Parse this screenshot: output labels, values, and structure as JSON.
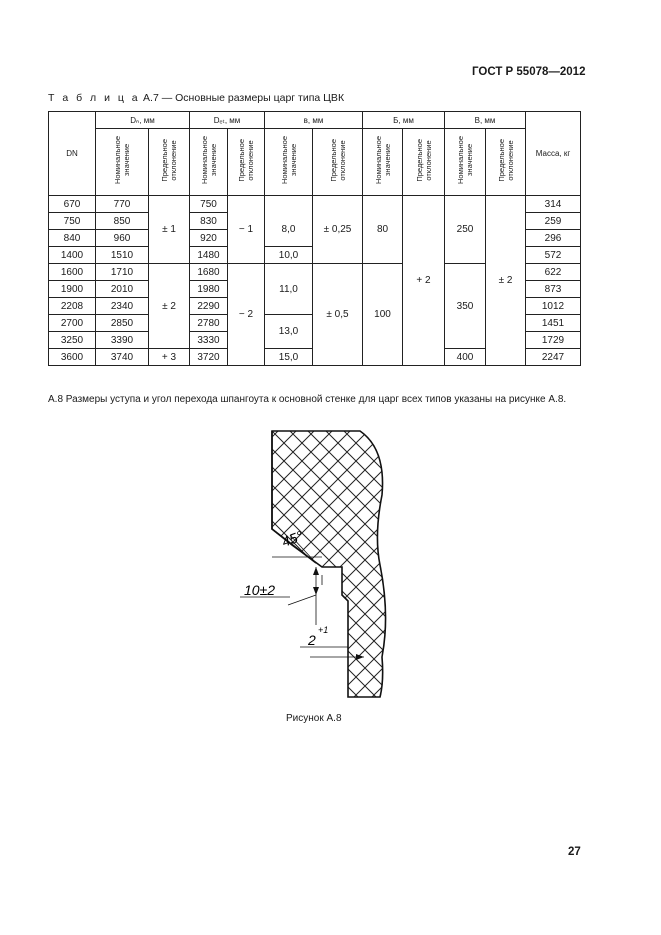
{
  "header": {
    "standard": "ГОСТ Р 55078—2012"
  },
  "table_caption": {
    "prefix": "Т а б л и ц а",
    "rest": " А.7 — Основные размеры царг типа ЦВК"
  },
  "table": {
    "col_dn": "DN",
    "col_dn_mm": "Dₙ, мм",
    "col_dvt_mm": "Dₑₜ, мм",
    "col_v_mm": "в, мм",
    "col_b_mm": "Б, мм",
    "col_B_mm": "В, мм",
    "col_mass": "Масса, кг",
    "nominal": "Номинальное\nзначение",
    "deviation": "Предельное\nотклонение",
    "dn": [
      "670",
      "750",
      "840",
      "1400",
      "1600",
      "1900",
      "2208",
      "2700",
      "3250",
      "3600"
    ],
    "dn_nom": [
      "770",
      "850",
      "960",
      "1510",
      "1710",
      "2010",
      "2340",
      "2850",
      "3390",
      "3740"
    ],
    "dn_dev": [
      "± 1",
      "± 2",
      "+ 3"
    ],
    "dvt_nom": [
      "750",
      "830",
      "920",
      "1480",
      "1680",
      "1980",
      "2290",
      "2780",
      "3330",
      "3720"
    ],
    "dvt_dev": [
      "− 1",
      "− 2"
    ],
    "v_nom": [
      "8,0",
      "10,0",
      "11,0",
      "13,0",
      "15,0"
    ],
    "v_dev": [
      "± 0,25",
      "± 0,5"
    ],
    "b_nom": [
      "80",
      "100"
    ],
    "b_dev": "+ 2",
    "B_nom": [
      "250",
      "350",
      "400"
    ],
    "B_dev": "± 2",
    "mass": [
      "314",
      "259",
      "296",
      "572",
      "622",
      "873",
      "1012",
      "1451",
      "1729",
      "2247"
    ]
  },
  "paragraph": "А.8 Размеры уступа и угол перехода шпангоута к основной стенке для царг всех типов указаны на рисунке А.8.",
  "figure": {
    "angle_label": "45°",
    "step_label": "10±2",
    "radius_label": "2",
    "radius_sup": "+1",
    "caption": "Рисунок А.8"
  },
  "footer": {
    "page_number": "27"
  }
}
